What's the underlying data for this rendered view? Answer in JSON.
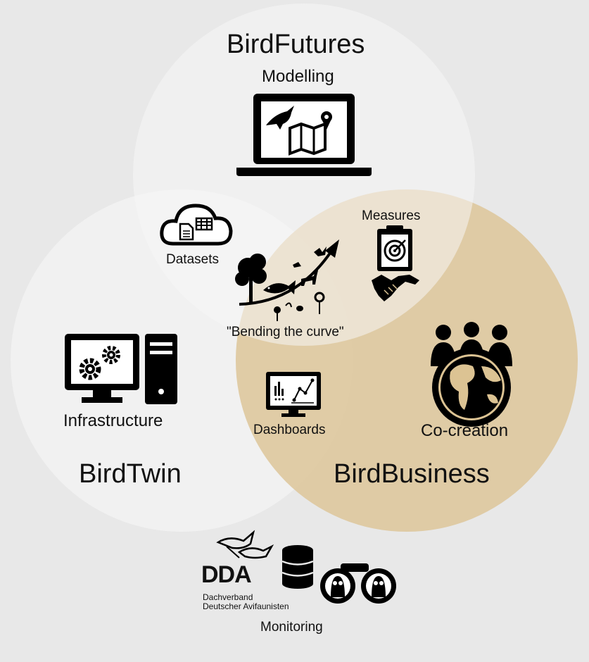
{
  "circles": {
    "top": "BirdFutures",
    "left": "BirdTwin",
    "right": "BirdBusiness"
  },
  "labels": {
    "modelling": "Modelling",
    "datasets": "Datasets",
    "measures": "Measures",
    "bending": "\"Bending the curve\"",
    "infrastructure": "Infrastructure",
    "dashboards": "Dashboards",
    "cocreation": "Co-creation",
    "monitoring": "Monitoring"
  },
  "dda": {
    "logo": "DDA",
    "line1": "Dachverband",
    "line2": "Deutscher Avifaunisten"
  },
  "colors": {
    "background": "#e8e8e8",
    "circle_light": "#f1f1f1",
    "circle_tan": "#dcc393",
    "icon": "#000000"
  }
}
